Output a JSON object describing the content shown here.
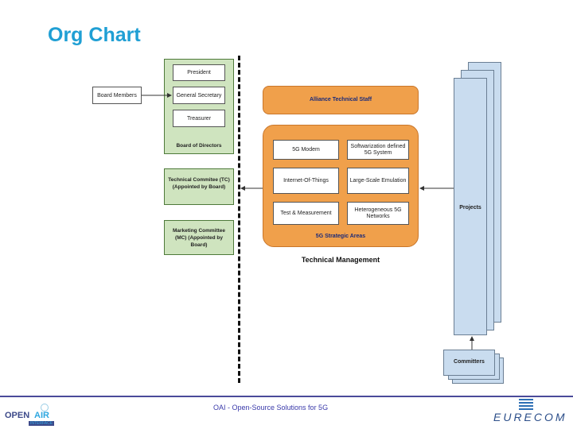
{
  "slide": {
    "title": "Org Chart",
    "footer": "OAI - Open-Source Solutions for 5G"
  },
  "board": {
    "president": "President",
    "general_secretary": "General Secretary",
    "treasurer": "Treasurer",
    "label": "Board of Directors",
    "board_members": "Board Members"
  },
  "committees": {
    "technical": "Technical Commitee (TC) (Appointed by Board)",
    "marketing": "Marketing Committee (MC) (Appointed by Board)"
  },
  "technical": {
    "staff": "Alliance Technical Staff",
    "areas_label": "5G Strategic Areas",
    "management_label": "Technical Management",
    "areas": [
      "5G Modem",
      "Softwarization defined 5G System",
      "Internet-Of-Things",
      "Large-Scale Emulation",
      "Test & Measurement",
      "Heterogeneous 5G Networks"
    ]
  },
  "projects": {
    "label": "Projects"
  },
  "committers": {
    "label": "Committers"
  },
  "logos": {
    "left_open": "OPEN",
    "left_air": "AIR",
    "left_sub": "INTERFACE",
    "right": "EURECOM"
  },
  "colors": {
    "title": "#1f9fd4",
    "green": "#cfe4bf",
    "orange": "#f0a04b",
    "blue": "#c9dcef"
  }
}
